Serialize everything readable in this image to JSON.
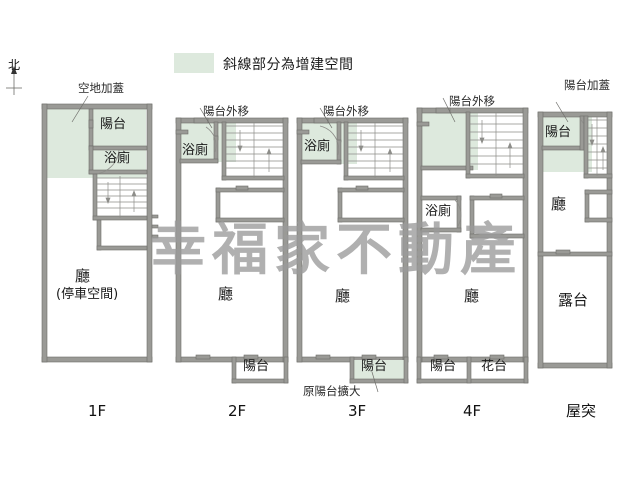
{
  "legend": {
    "swatch_color": "#dde9dd",
    "text": "斜線部分為增建空間"
  },
  "compass": {
    "north_label": "北"
  },
  "watermark": {
    "text": "幸福家不動產"
  },
  "colors": {
    "wall": "#9a9a96",
    "wall_line": "#6e6e6a",
    "extension_fill": "#dde9dd",
    "interior_fill": "#ffffff",
    "background": "#ffffff",
    "text": "#1a1a1a"
  },
  "floors": [
    {
      "id": "1f",
      "label": "1F",
      "annotations": [
        {
          "name": "空地加蓋",
          "text": "空地加蓋"
        }
      ],
      "rooms": [
        {
          "name": "balcony",
          "text": "陽台",
          "shaded": true
        },
        {
          "name": "bathroom",
          "text": "浴廁",
          "shaded": false
        },
        {
          "name": "living",
          "text": "廳",
          "shaded": false
        },
        {
          "name": "living-sub",
          "text": "(停車空間)",
          "shaded": false
        }
      ]
    },
    {
      "id": "2f",
      "label": "2F",
      "annotations": [
        {
          "name": "陽台外移",
          "text": "陽台外移"
        }
      ],
      "rooms": [
        {
          "name": "bathroom",
          "text": "浴廁",
          "shaded": true
        },
        {
          "name": "living",
          "text": "廳",
          "shaded": false
        },
        {
          "name": "balcony",
          "text": "陽台",
          "shaded": false
        }
      ]
    },
    {
      "id": "3f",
      "label": "3F",
      "annotations": [
        {
          "name": "陽台外移",
          "text": "陽台外移"
        },
        {
          "name": "原陽台擴大",
          "text": "原陽台擴大"
        }
      ],
      "rooms": [
        {
          "name": "bathroom",
          "text": "浴廁",
          "shaded": true
        },
        {
          "name": "living",
          "text": "廳",
          "shaded": false
        },
        {
          "name": "balcony",
          "text": "陽台",
          "shaded": true
        }
      ]
    },
    {
      "id": "4f",
      "label": "4F",
      "annotations": [
        {
          "name": "陽台外移",
          "text": "陽台外移"
        }
      ],
      "rooms": [
        {
          "name": "balcony-ext",
          "text": "",
          "shaded": true
        },
        {
          "name": "bathroom",
          "text": "浴廁",
          "shaded": false
        },
        {
          "name": "living",
          "text": "廳",
          "shaded": false
        },
        {
          "name": "balcony",
          "text": "陽台",
          "shaded": false
        },
        {
          "name": "planter",
          "text": "花台",
          "shaded": false
        }
      ]
    },
    {
      "id": "roof",
      "label": "屋突",
      "annotations": [
        {
          "name": "陽台加蓋",
          "text": "陽台加蓋"
        }
      ],
      "rooms": [
        {
          "name": "balcony",
          "text": "陽台",
          "shaded": true
        },
        {
          "name": "living",
          "text": "廳",
          "shaded": false
        },
        {
          "name": "terrace",
          "text": "露台",
          "shaded": false
        }
      ]
    }
  ],
  "labels": {
    "f1_balcony": "陽台",
    "f1_bath": "浴廁",
    "f1_living": "廳",
    "f1_living_sub": "(停車空間)",
    "f1_note": "空地加蓋",
    "f1_floor": "1F",
    "f2_note": "陽台外移",
    "f2_bath": "浴廁",
    "f2_living": "廳",
    "f2_balcony": "陽台",
    "f2_floor": "2F",
    "f3_note": "陽台外移",
    "f3_bath": "浴廁",
    "f3_living": "廳",
    "f3_balcony": "陽台",
    "f3_note2": "原陽台擴大",
    "f3_floor": "3F",
    "f4_note": "陽台外移",
    "f4_bath": "浴廁",
    "f4_living": "廳",
    "f4_balcony": "陽台",
    "f4_planter": "花台",
    "f4_floor": "4F",
    "roof_note": "陽台加蓋",
    "roof_balcony": "陽台",
    "roof_living": "廳",
    "roof_terrace": "露台",
    "roof_floor": "屋突"
  }
}
